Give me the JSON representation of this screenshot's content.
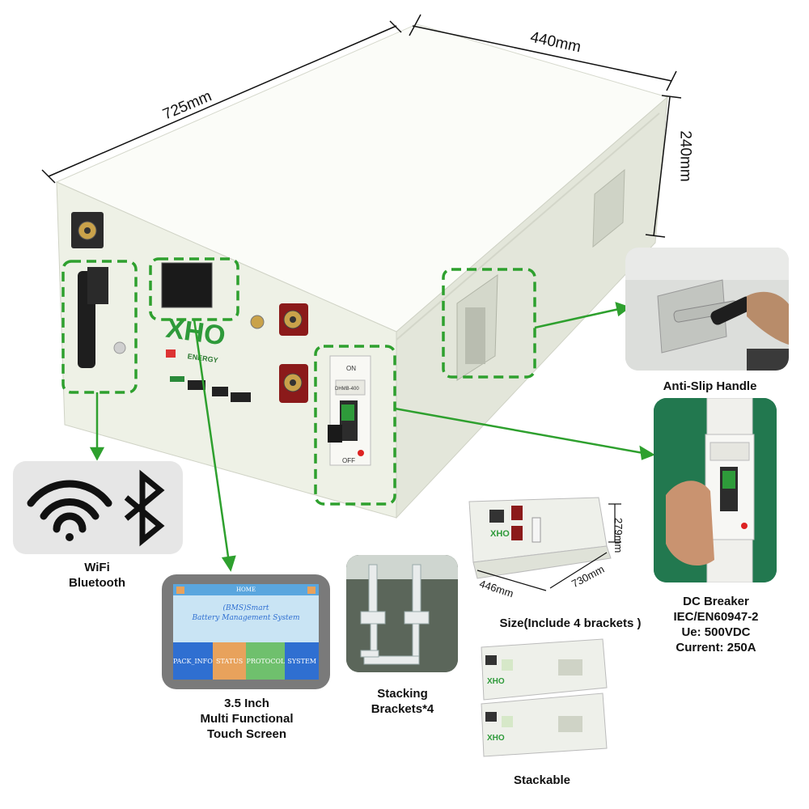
{
  "dimensions": {
    "length": "725mm",
    "width": "440mm",
    "height": "240mm"
  },
  "battery": {
    "brand_logo": "XHO",
    "brand_sub": "ENERGY",
    "breaker_on": "ON",
    "breaker_off": "OFF",
    "breaker_model": "DHMB-400"
  },
  "features": {
    "wifi": {
      "line1": "WiFi",
      "line2": "Bluetooth",
      "icons": [
        "wifi-icon",
        "bluetooth-icon"
      ]
    },
    "screen": {
      "line1": "3.5 Inch",
      "line2": "Multi Functional",
      "line3": "Touch Screen",
      "ui": {
        "home": "HOME",
        "title1": "(BMS)Smart",
        "title2": "Battery Management System",
        "tabs": [
          "PACK_INFO",
          "STATUS",
          "PROTOCOL",
          "SYSTEM"
        ],
        "tab_colors": [
          "#2f6fd1",
          "#e8a25c",
          "#6fc06d",
          "#2f6fd1"
        ]
      }
    },
    "brackets": {
      "line1": "Stacking",
      "line2": "Brackets*4"
    },
    "size": {
      "caption": "Size(Include 4 brackets )",
      "height": "279mm",
      "depth": "446mm",
      "length": "730mm"
    },
    "stackable": {
      "caption": "Stackable"
    },
    "handle": {
      "caption": "Anti-Slip Handle"
    },
    "breaker": {
      "line1": "DC Breaker",
      "line2": "IEC/EN60947-2",
      "line3": "Ue: 500VDC",
      "line4": "Current: 250A"
    }
  },
  "colors": {
    "accent_green": "#2ea02e",
    "battery_body": "#f3f5ee",
    "terminal_red": "#8b1a1a",
    "panel_bg": "#e6e6e6"
  }
}
